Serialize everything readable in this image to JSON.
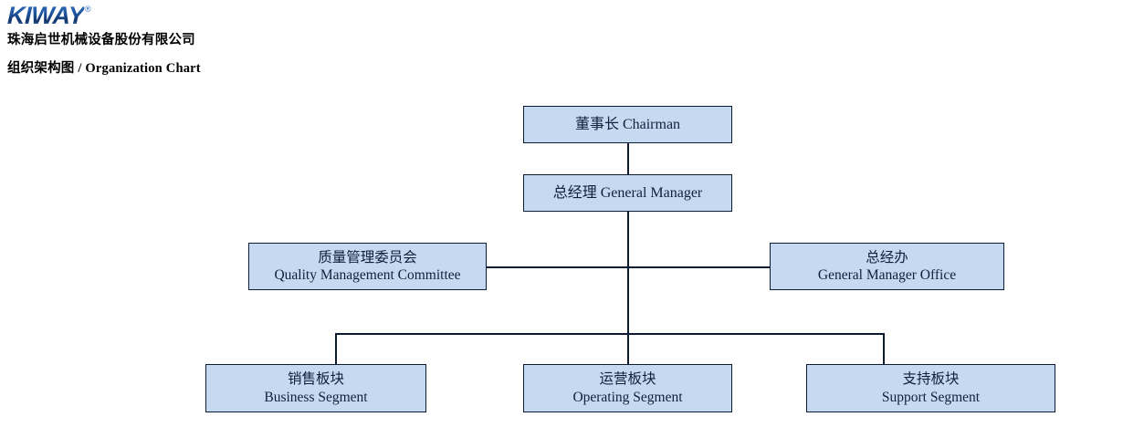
{
  "header": {
    "logo_text": "KIWAY",
    "logo_registered": "®",
    "company_name": "珠海启世机械设备股份有限公司",
    "chart_title": "组织架构图 / Organization Chart"
  },
  "chart_data": {
    "type": "diagram",
    "title": "组织架构图 / Organization Chart",
    "nodes": [
      {
        "id": "chairman",
        "cn": "董事长",
        "en": "Chairman",
        "single_line": true
      },
      {
        "id": "gm",
        "cn": "总经理",
        "en": "General Manager",
        "single_line": true
      },
      {
        "id": "qmc",
        "cn": "质量管理委员会",
        "en": "Quality Management Committee",
        "single_line": false
      },
      {
        "id": "gmo",
        "cn": "总经办",
        "en": "General Manager Office",
        "single_line": false
      },
      {
        "id": "business",
        "cn": "销售板块",
        "en": "Business Segment",
        "single_line": false
      },
      {
        "id": "operating",
        "cn": "运营板块",
        "en": "Operating Segment",
        "single_line": false
      },
      {
        "id": "support",
        "cn": "支持板块",
        "en": "Support Segment",
        "single_line": false
      }
    ],
    "edges": [
      {
        "from": "chairman",
        "to": "gm"
      },
      {
        "from": "gm",
        "to": "qmc"
      },
      {
        "from": "gm",
        "to": "gmo"
      },
      {
        "from": "gm",
        "to": "business"
      },
      {
        "from": "gm",
        "to": "operating"
      },
      {
        "from": "gm",
        "to": "support"
      }
    ],
    "colors": {
      "node_fill": "#c5d9f1",
      "node_border": "#0b1b33",
      "connector": "#0b1b33",
      "logo_blue": "#1b4f96",
      "background": "#ffffff"
    }
  }
}
